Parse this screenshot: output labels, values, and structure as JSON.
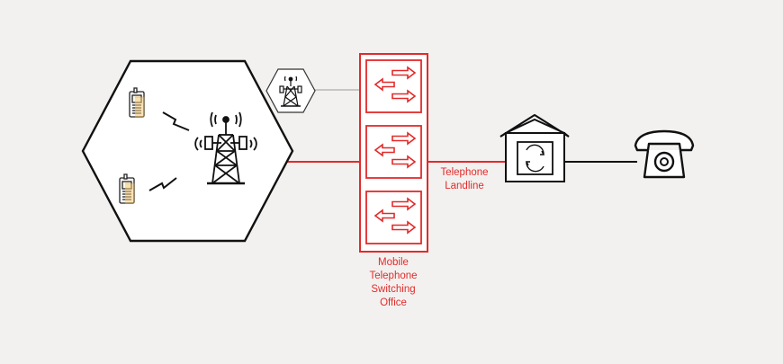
{
  "diagram": {
    "title": "Mobile telephone network connection to landline",
    "colors": {
      "accent": "#e32a2a",
      "ink": "#111111",
      "background": "#f3f1ef",
      "connector": "#9a9a9a"
    },
    "labels": {
      "switching_office": [
        "Mobile",
        "Telephone",
        "Switching",
        "Office"
      ],
      "landline": [
        "Telephone",
        "Landline"
      ]
    },
    "nodes": [
      {
        "id": "cell",
        "kind": "hexagon-cell"
      },
      {
        "id": "mobile-phone-1",
        "kind": "mobile-phone"
      },
      {
        "id": "mobile-phone-2",
        "kind": "mobile-phone"
      },
      {
        "id": "cell-tower",
        "kind": "antenna-tower"
      },
      {
        "id": "small-tower",
        "kind": "antenna-tower"
      },
      {
        "id": "switching-office",
        "kind": "switch-rack",
        "units": 3
      },
      {
        "id": "central-office",
        "kind": "house-exchange"
      },
      {
        "id": "landline-phone",
        "kind": "desk-telephone"
      }
    ],
    "links": [
      {
        "from": "mobile-phone-1",
        "to": "cell-tower",
        "type": "wireless"
      },
      {
        "from": "mobile-phone-2",
        "to": "cell-tower",
        "type": "wireless"
      },
      {
        "from": "cell-tower",
        "to": "switching-office",
        "type": "wired"
      },
      {
        "from": "small-tower",
        "to": "switching-office",
        "type": "wired"
      },
      {
        "from": "switching-office",
        "to": "central-office",
        "type": "landline"
      },
      {
        "from": "central-office",
        "to": "landline-phone",
        "type": "wired"
      }
    ]
  }
}
